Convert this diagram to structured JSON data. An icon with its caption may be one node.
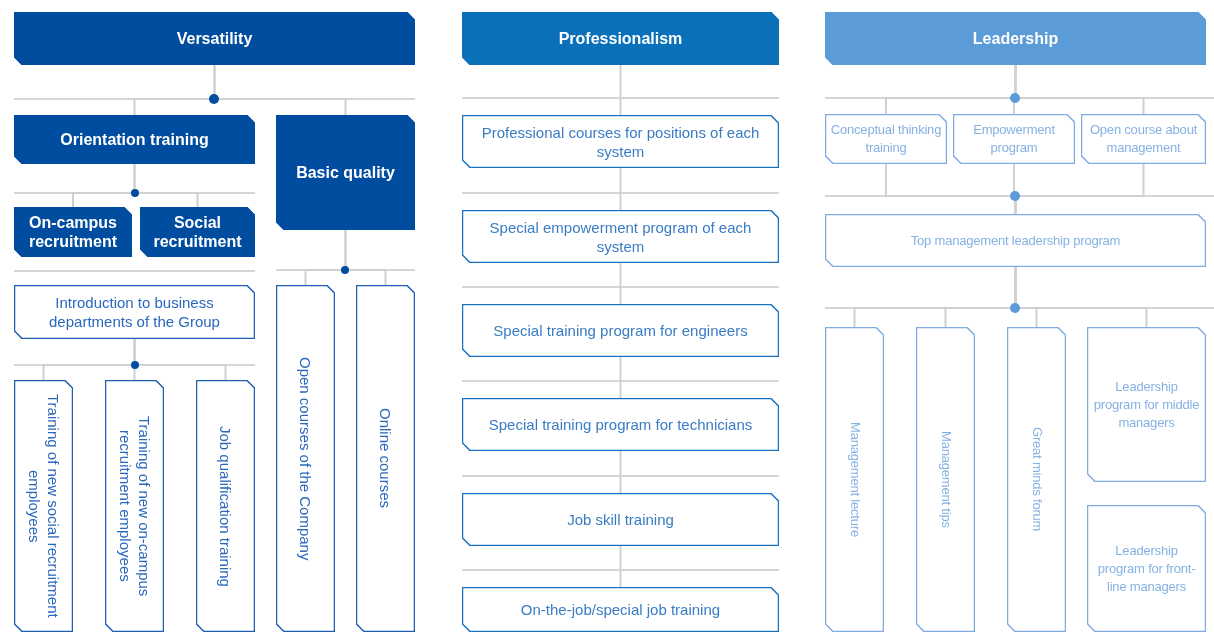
{
  "diagram": {
    "nodes": [
      {
        "text": [
          "Versatility"
        ]
      },
      {
        "text": [
          "Orientation training"
        ]
      },
      {
        "text": [
          "Basic quality"
        ]
      },
      {
        "text": [
          "On-campus recruitment"
        ]
      },
      {
        "text": [
          "Social recruitment"
        ]
      },
      {
        "text": [
          "Introduction to business departments of the Group"
        ]
      },
      {
        "text": [
          "Training of new social recruitment employees"
        ]
      },
      {
        "text": [
          "Training of new on-campus recruitment employees"
        ]
      },
      {
        "text": [
          "Job qualification training"
        ]
      },
      {
        "text": [
          "Open courses of the Company"
        ]
      },
      {
        "text": [
          "Online courses"
        ]
      },
      {
        "text": [
          "Professionalism"
        ]
      },
      {
        "text": [
          "Professional courses for positions of each system"
        ]
      },
      {
        "text": [
          "Special empowerment program of each system"
        ]
      },
      {
        "text": [
          "Special training program for engineers"
        ]
      },
      {
        "text": [
          "Special training program for technicians"
        ]
      },
      {
        "text": [
          "Job skill training"
        ]
      },
      {
        "text": [
          "On-the-job/special job training"
        ]
      },
      {
        "text": [
          "Leadership"
        ]
      },
      {
        "text": [
          "Conceptual thinking training"
        ]
      },
      {
        "text": [
          "Empowerment program"
        ]
      },
      {
        "text": [
          "Open course about management"
        ]
      },
      {
        "text": [
          "Top management leadership program"
        ]
      },
      {
        "text": [
          "Management lecture"
        ]
      },
      {
        "text": [
          "Management tips"
        ]
      },
      {
        "text": [
          "Great minds forum"
        ]
      },
      {
        "text": [
          "Leadership program for middle managers"
        ]
      },
      {
        "text": [
          "Leadership program for front-line managers"
        ]
      }
    ],
    "edges": [
      {
        "from": 0,
        "to": 1,
        "arrow": "none"
      },
      {
        "from": 0,
        "to": 2,
        "arrow": "none"
      },
      {
        "from": 1,
        "to": 3,
        "arrow": "none"
      },
      {
        "from": 1,
        "to": 4,
        "arrow": "none"
      },
      {
        "from": 5,
        "to": 6,
        "arrow": "none"
      },
      {
        "from": 5,
        "to": 7,
        "arrow": "none"
      },
      {
        "from": 5,
        "to": 8,
        "arrow": "none"
      },
      {
        "from": 2,
        "to": 9,
        "arrow": "none"
      },
      {
        "from": 2,
        "to": 10,
        "arrow": "none"
      },
      {
        "from": 11,
        "to": 12,
        "arrow": "none"
      },
      {
        "from": 12,
        "to": 13,
        "arrow": "none"
      },
      {
        "from": 13,
        "to": 14,
        "arrow": "none"
      },
      {
        "from": 14,
        "to": 15,
        "arrow": "none"
      },
      {
        "from": 15,
        "to": 16,
        "arrow": "none"
      },
      {
        "from": 16,
        "to": 17,
        "arrow": "none"
      },
      {
        "from": 18,
        "to": 19,
        "arrow": "none"
      },
      {
        "from": 18,
        "to": 20,
        "arrow": "none"
      },
      {
        "from": 18,
        "to": 21,
        "arrow": "none"
      },
      {
        "from": 19,
        "to": 22,
        "arrow": "none"
      },
      {
        "from": 20,
        "to": 22,
        "arrow": "none"
      },
      {
        "from": 21,
        "to": 22,
        "arrow": "none"
      },
      {
        "from": 22,
        "to": 23,
        "arrow": "none"
      },
      {
        "from": 22,
        "to": 24,
        "arrow": "none"
      },
      {
        "from": 22,
        "to": 25,
        "arrow": "none"
      },
      {
        "from": 22,
        "to": 26,
        "arrow": "none"
      }
    ]
  }
}
